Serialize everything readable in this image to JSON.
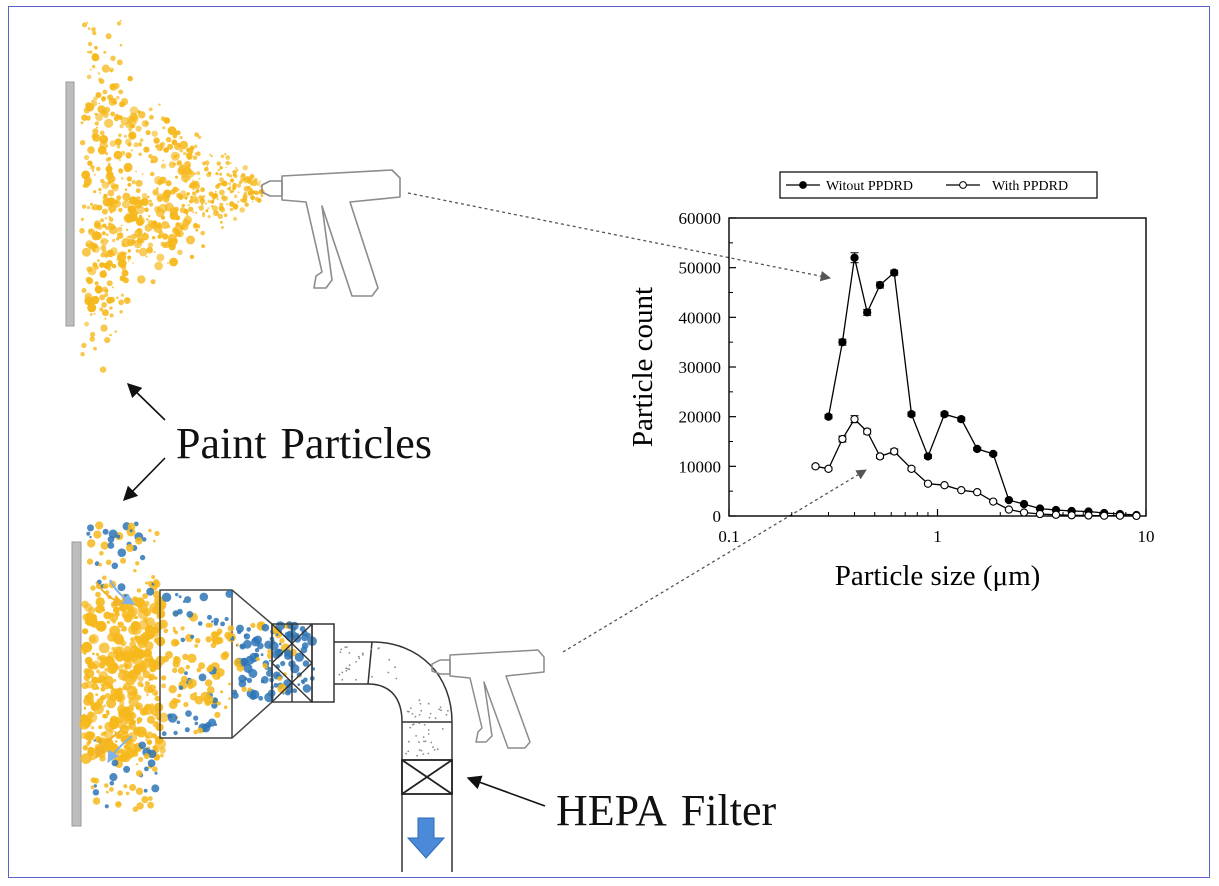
{
  "labels": {
    "paint_word1": "Paint",
    "paint_word2": "Particles",
    "hepa_word1": "HEPA",
    "hepa_word2": "Filter"
  },
  "colors": {
    "border": "#5a63c8",
    "paint_yellow": "#f6b81c",
    "particle_blue": "#2e75b6",
    "arrow_blue": "#4a8ad8",
    "wall_gray": "#bdbdbd"
  },
  "icons": [
    "spray-gun-icon",
    "down-arrow-icon",
    "crossed-filter-icon"
  ],
  "chart_data": {
    "type": "line",
    "xlabel": "Particle size (μm)",
    "ylabel": "Particle count",
    "xscale": "log",
    "xlim": [
      0.1,
      10
    ],
    "ylim": [
      0,
      60000
    ],
    "xticks": [
      {
        "value": 0.1,
        "label": "0.1"
      },
      {
        "value": 1,
        "label": "1"
      },
      {
        "value": 10,
        "label": "10"
      }
    ],
    "yticks": [
      {
        "value": 0,
        "label": "0"
      },
      {
        "value": 10000,
        "label": "10000"
      },
      {
        "value": 20000,
        "label": "20000"
      },
      {
        "value": 30000,
        "label": "30000"
      },
      {
        "value": 40000,
        "label": "40000"
      },
      {
        "value": 50000,
        "label": "50000"
      },
      {
        "value": 60000,
        "label": "60000"
      }
    ],
    "legend_position": "top",
    "series": [
      {
        "name": "Witout PPDRD",
        "marker": "filled-circle",
        "x": [
          0.3,
          0.35,
          0.4,
          0.46,
          0.53,
          0.62,
          0.75,
          0.9,
          1.08,
          1.3,
          1.55,
          1.85,
          2.2,
          2.6,
          3.1,
          3.7,
          4.4,
          5.3,
          6.3,
          7.5,
          9.0
        ],
        "y": [
          20000,
          35000,
          52000,
          41000,
          46500,
          49000,
          20500,
          12000,
          20500,
          19500,
          13500,
          12500,
          3200,
          2400,
          1500,
          1200,
          1000,
          900,
          600,
          400,
          200
        ],
        "err": [
          400,
          600,
          1000,
          600,
          600,
          500,
          400,
          400,
          400,
          400,
          300,
          300,
          200,
          200,
          200,
          150,
          150,
          100,
          100,
          100,
          100
        ]
      },
      {
        "name": "With PPDRD",
        "marker": "open-circle",
        "x": [
          0.26,
          0.3,
          0.35,
          0.4,
          0.46,
          0.53,
          0.62,
          0.75,
          0.9,
          1.08,
          1.3,
          1.55,
          1.85,
          2.2,
          2.6,
          3.1,
          3.7,
          4.4,
          5.3,
          6.3,
          7.5,
          9.0
        ],
        "y": [
          10000,
          9500,
          15500,
          19500,
          17000,
          12000,
          13000,
          9500,
          6500,
          6200,
          5200,
          4800,
          2900,
          1300,
          700,
          400,
          250,
          150,
          100,
          50,
          50,
          20
        ],
        "err": [
          300,
          300,
          600,
          700,
          500,
          400,
          500,
          300,
          200,
          200,
          200,
          200,
          150,
          100,
          100,
          80,
          50,
          50,
          50,
          30,
          30,
          20
        ]
      }
    ]
  }
}
